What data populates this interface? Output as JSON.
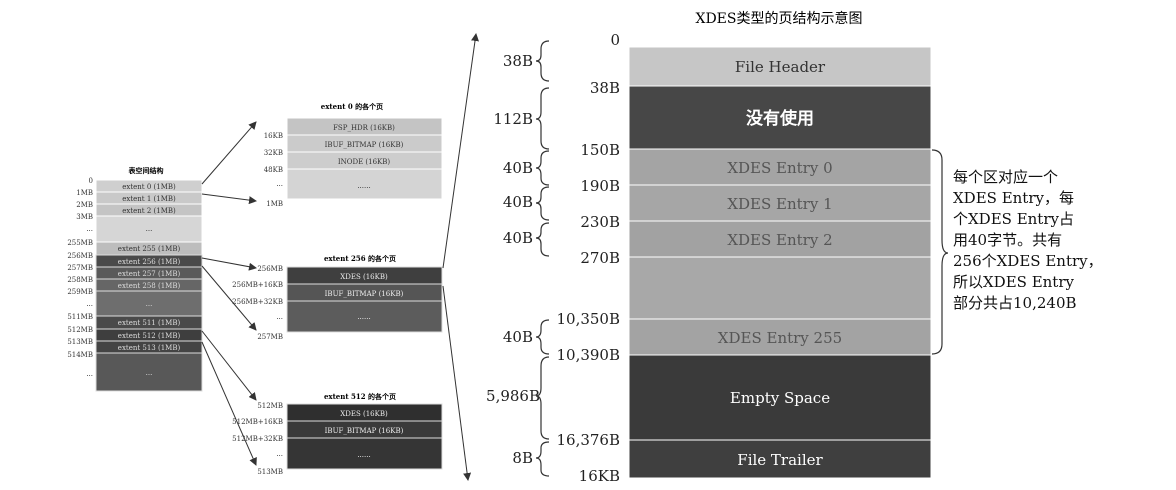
{
  "main_title": "XDES类型的页结构示意图",
  "tablespace": {
    "title": "表空间结构",
    "offsets": [
      "0",
      "1MB",
      "2MB",
      "3MB",
      "...",
      "255MB",
      "256MB",
      "257MB",
      "258MB",
      "259MB",
      "...",
      "511MB",
      "512MB",
      "513MB",
      "514MB",
      "..."
    ],
    "rows": [
      "extent 0 (1MB)",
      "extent 1 (1MB)",
      "extent 2 (1MB)",
      "...",
      "extent 255 (1MB)",
      "extent 256 (1MB)",
      "extent 257 (1MB)",
      "extent 258 (1MB)",
      "...",
      "extent 511 (1MB)",
      "extent 512 (1MB)",
      "extent 513 (1MB)",
      "..."
    ]
  },
  "ext0": {
    "title": "extent 0 的各个页",
    "rows": [
      "FSP_HDR (16KB)",
      "IBUF_BITMAP (16KB)",
      "INODE (16KB)",
      "......"
    ],
    "offsets": [
      "16KB",
      "32KB",
      "48KB",
      "...",
      "1MB"
    ]
  },
  "ext256": {
    "title": "extent 256 的各个页",
    "rows": [
      "XDES (16KB)",
      "IBUF_BITMAP (16KB)",
      "......"
    ],
    "offsets": [
      "256MB",
      "256MB+16KB",
      "256MB+32KB",
      "...",
      "257MB"
    ]
  },
  "ext512": {
    "title": "extent 512 的各个页",
    "rows": [
      "XDES (16KB)",
      "IBUF_BITMAP (16KB)",
      "......"
    ],
    "offsets": [
      "512MB",
      "512MB+16KB",
      "512MB+32KB",
      "...",
      "513MB"
    ]
  },
  "page": {
    "sections": [
      "File Header",
      "没有使用",
      "XDES Entry 0",
      "XDES Entry 1",
      "XDES Entry 2",
      "XDES Entry 255",
      "Empty Space",
      "File Trailer"
    ],
    "offsets": [
      "0",
      "38B",
      "150B",
      "190B",
      "230B",
      "270B",
      "10,350B",
      "10,390B",
      "16,376B",
      "16KB"
    ],
    "sizes": [
      "38B",
      "112B",
      "40B",
      "40B",
      "40B",
      "40B",
      "5,986B",
      "8B"
    ]
  },
  "note_lines": [
    "每个区对应一个",
    "XDES Entry，每",
    "个XDES Entry占",
    "用40字节。共有",
    "256个XDES Entry，",
    "所以XDES Entry",
    "部分共占10,240B"
  ],
  "colors": {
    "light": "#c8c8c8",
    "mid": "#9a9a9a",
    "dark": "#3c3c3c",
    "xdes": "#aaaaaa"
  }
}
